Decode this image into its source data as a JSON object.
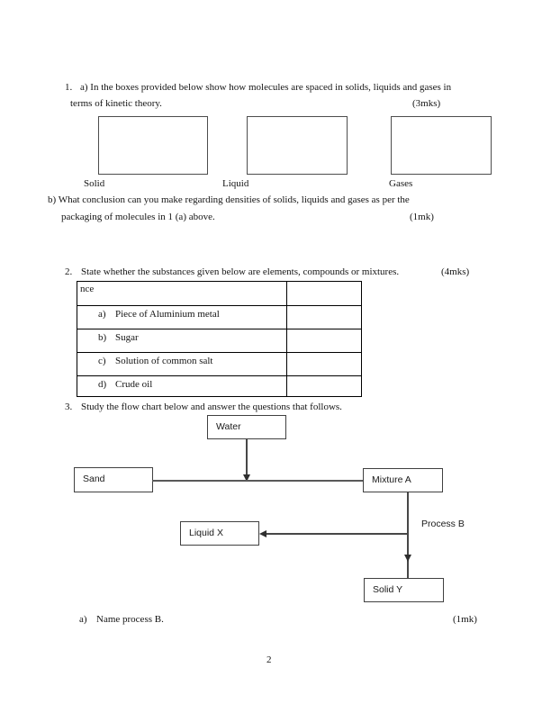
{
  "q1": {
    "number": "1.",
    "part_a_line1": "a) In the boxes provided below show how molecules are spaced in solids, liquids and gases in",
    "part_a_line2": "terms of kinetic theory.",
    "part_a_marks": "(3mks)",
    "box_labels": [
      "Solid",
      "Liquid",
      "Gases"
    ],
    "part_b_line1": "b) What conclusion can you make regarding densities of solids, liquids and gases as per the",
    "part_b_line2": "packaging of molecules in 1 (a) above.",
    "part_b_marks": "(1mk)"
  },
  "q2": {
    "number": "2.",
    "text": "State whether the substances given below are elements, compounds or mixtures.",
    "marks": "(4mks)",
    "table": {
      "header": "nce",
      "rows": [
        {
          "marker": "a)",
          "label": "Piece of Aluminium metal"
        },
        {
          "marker": "b)",
          "label": "Sugar"
        },
        {
          "marker": "c)",
          "label": "Solution of common salt"
        },
        {
          "marker": "d)",
          "label": "Crude oil"
        }
      ]
    }
  },
  "q3": {
    "number": "3.",
    "text": "Study the flow chart below and answer the questions that follows.",
    "flowchart": {
      "water": "Water",
      "sand": "Sand",
      "mixture_a": "Mixture A",
      "liquid_x": "Liquid X",
      "solid_y": "Solid Y",
      "process_label": "Process B"
    },
    "part_a_marker": "a)",
    "part_a_text": "Name process B.",
    "part_a_marks": "(1mk)"
  },
  "footer": {
    "page_number": "2"
  }
}
